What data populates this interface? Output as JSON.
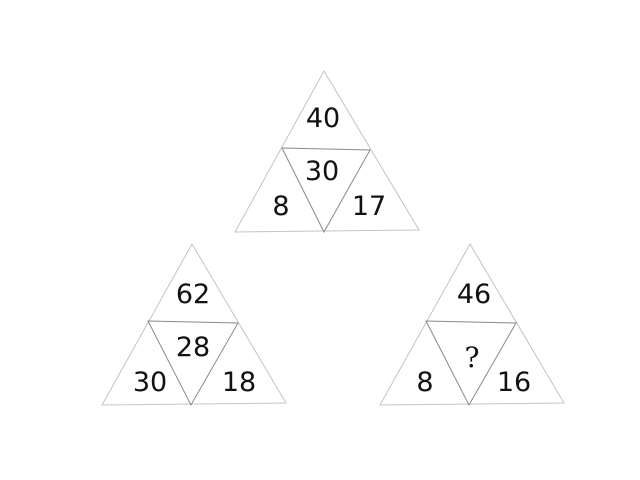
{
  "puzzles": [
    {
      "top": "40",
      "left": "8",
      "right": "17",
      "center": "30"
    },
    {
      "top": "62",
      "left": "30",
      "right": "18",
      "center": "28"
    },
    {
      "top": "46",
      "left": "8",
      "right": "16",
      "center": "?"
    }
  ]
}
